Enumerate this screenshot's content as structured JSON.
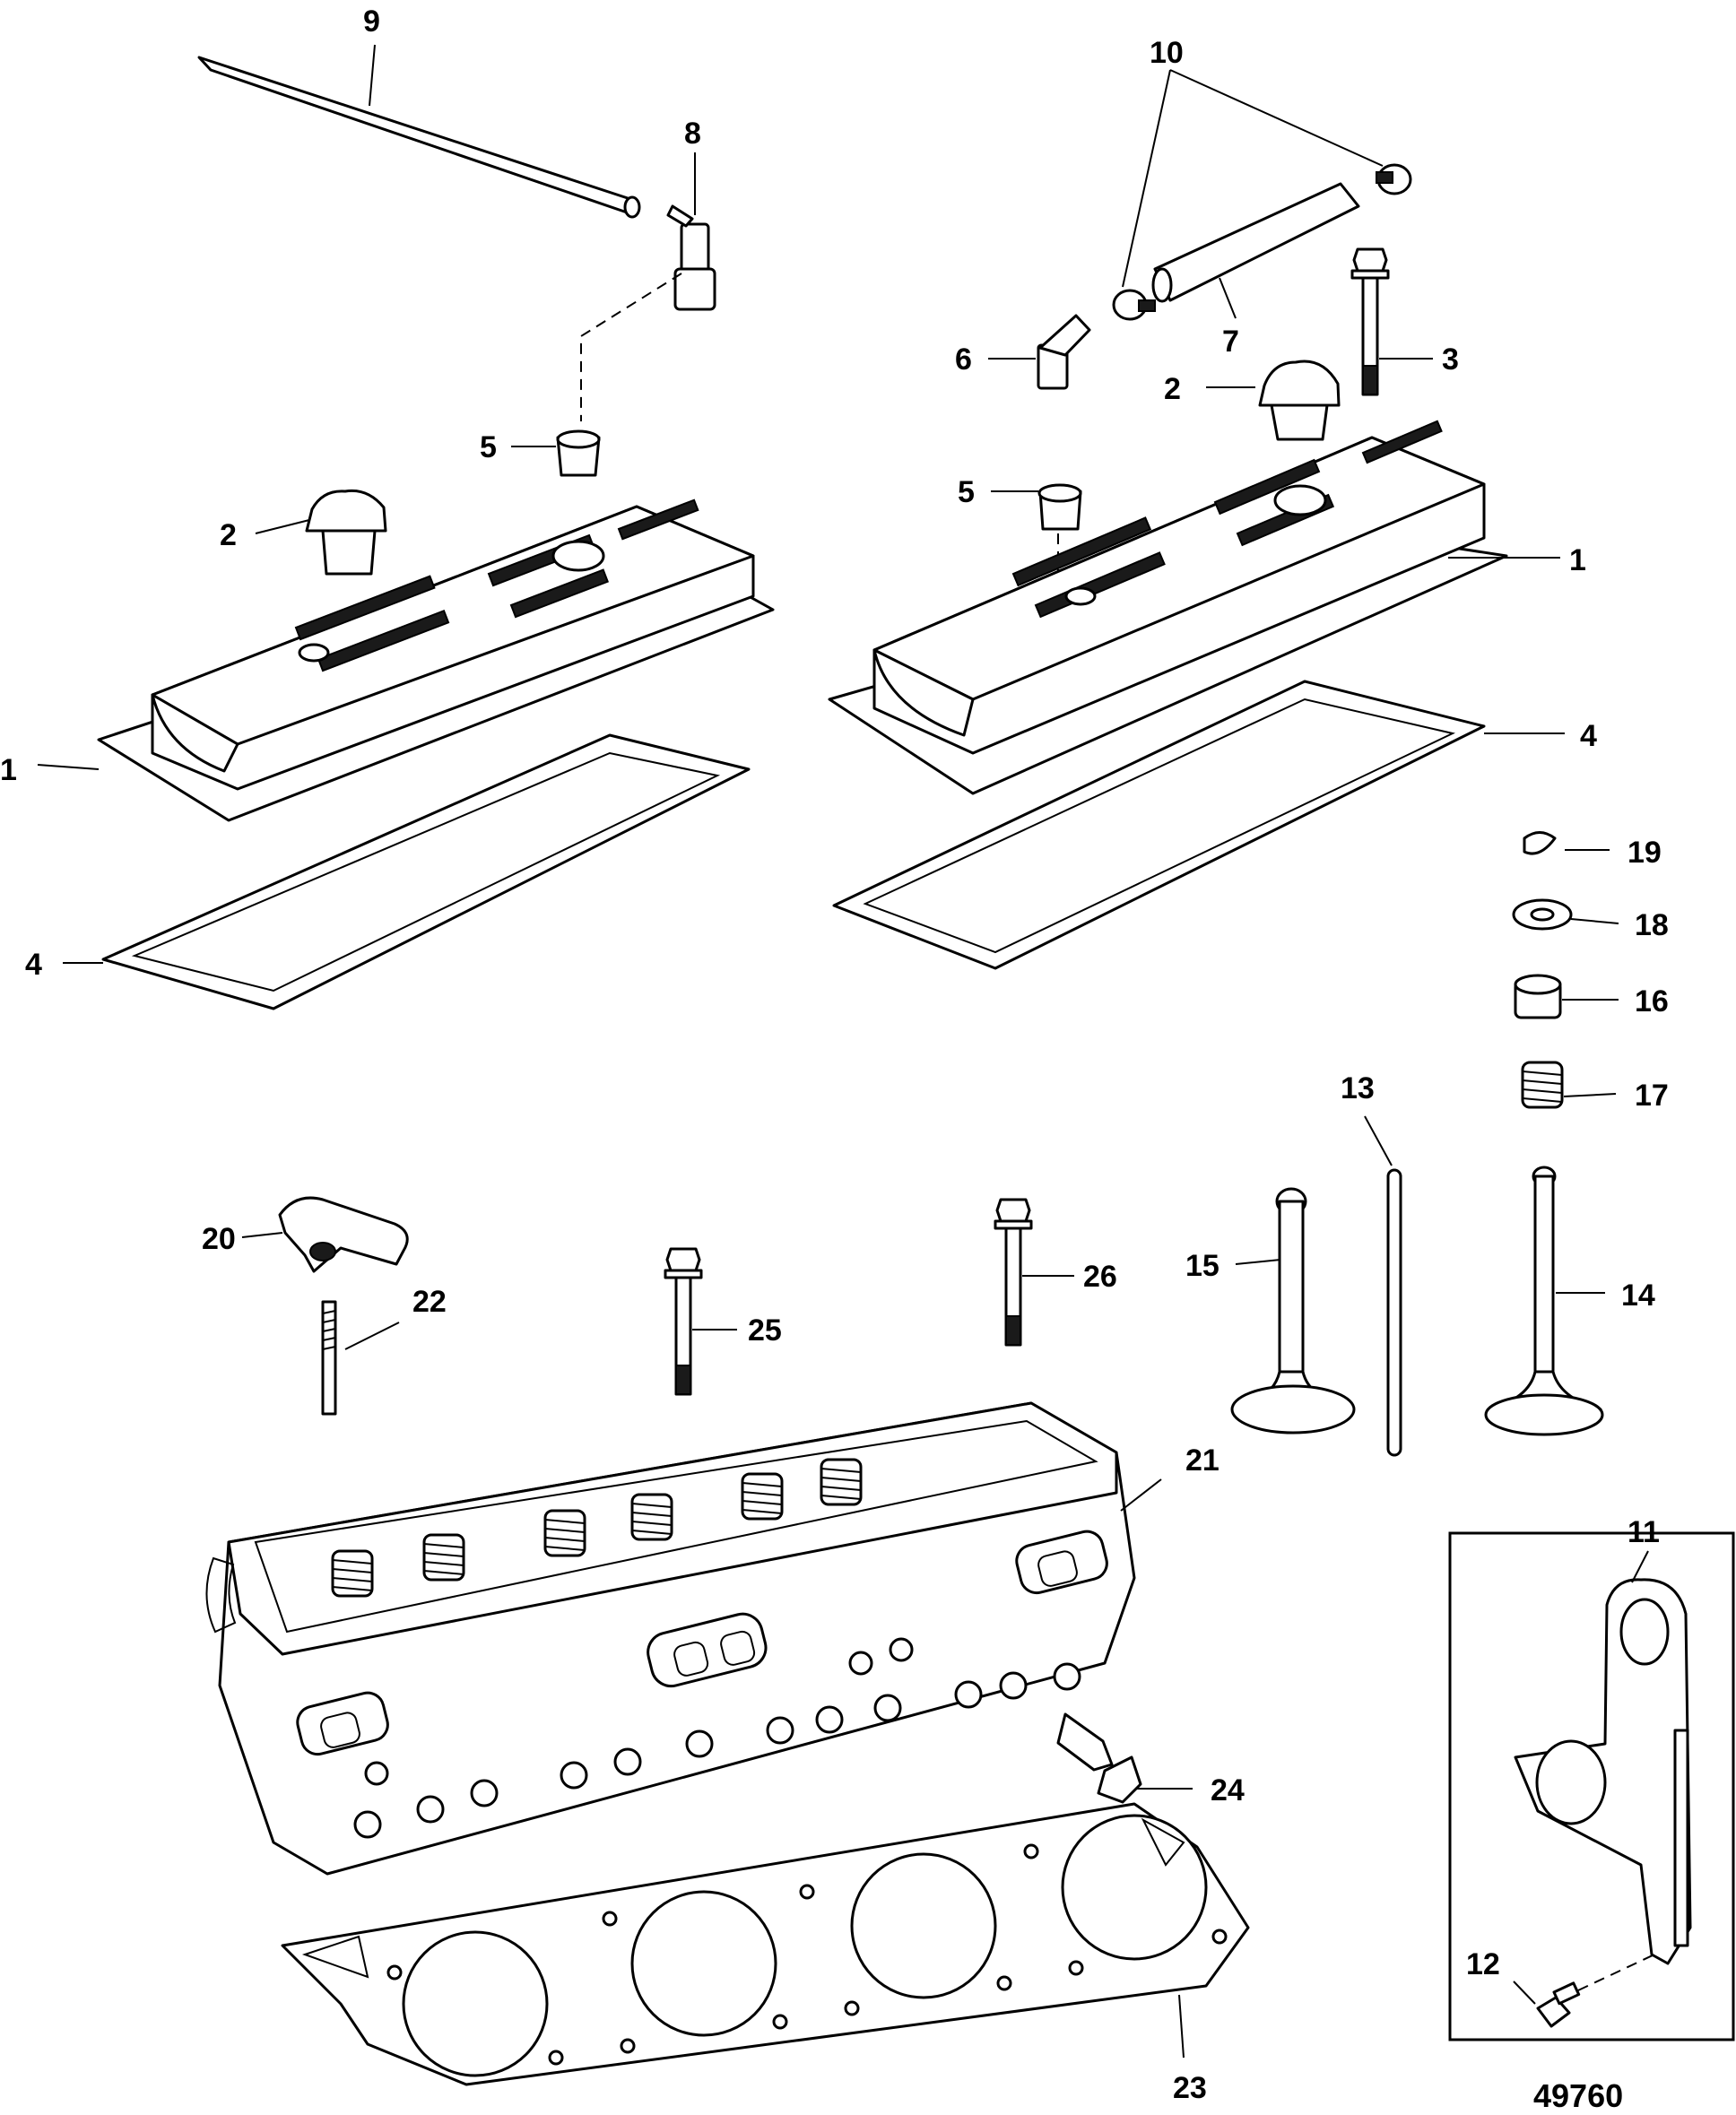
{
  "callouts": {
    "c1a": "1",
    "c1b": "1",
    "c2a": "2",
    "c2b": "2",
    "c3": "3",
    "c4a": "4",
    "c4b": "4",
    "c5a": "5",
    "c5b": "5",
    "c6": "6",
    "c7": "7",
    "c8": "8",
    "c9": "9",
    "c10": "10",
    "c11": "11",
    "c12": "12",
    "c13": "13",
    "c14": "14",
    "c15": "15",
    "c16": "16",
    "c17": "17",
    "c18": "18",
    "c19": "19",
    "c20": "20",
    "c21": "21",
    "c22": "22",
    "c23": "23",
    "c24": "24",
    "c25": "25",
    "c26": "26"
  },
  "figure_number": "49760"
}
